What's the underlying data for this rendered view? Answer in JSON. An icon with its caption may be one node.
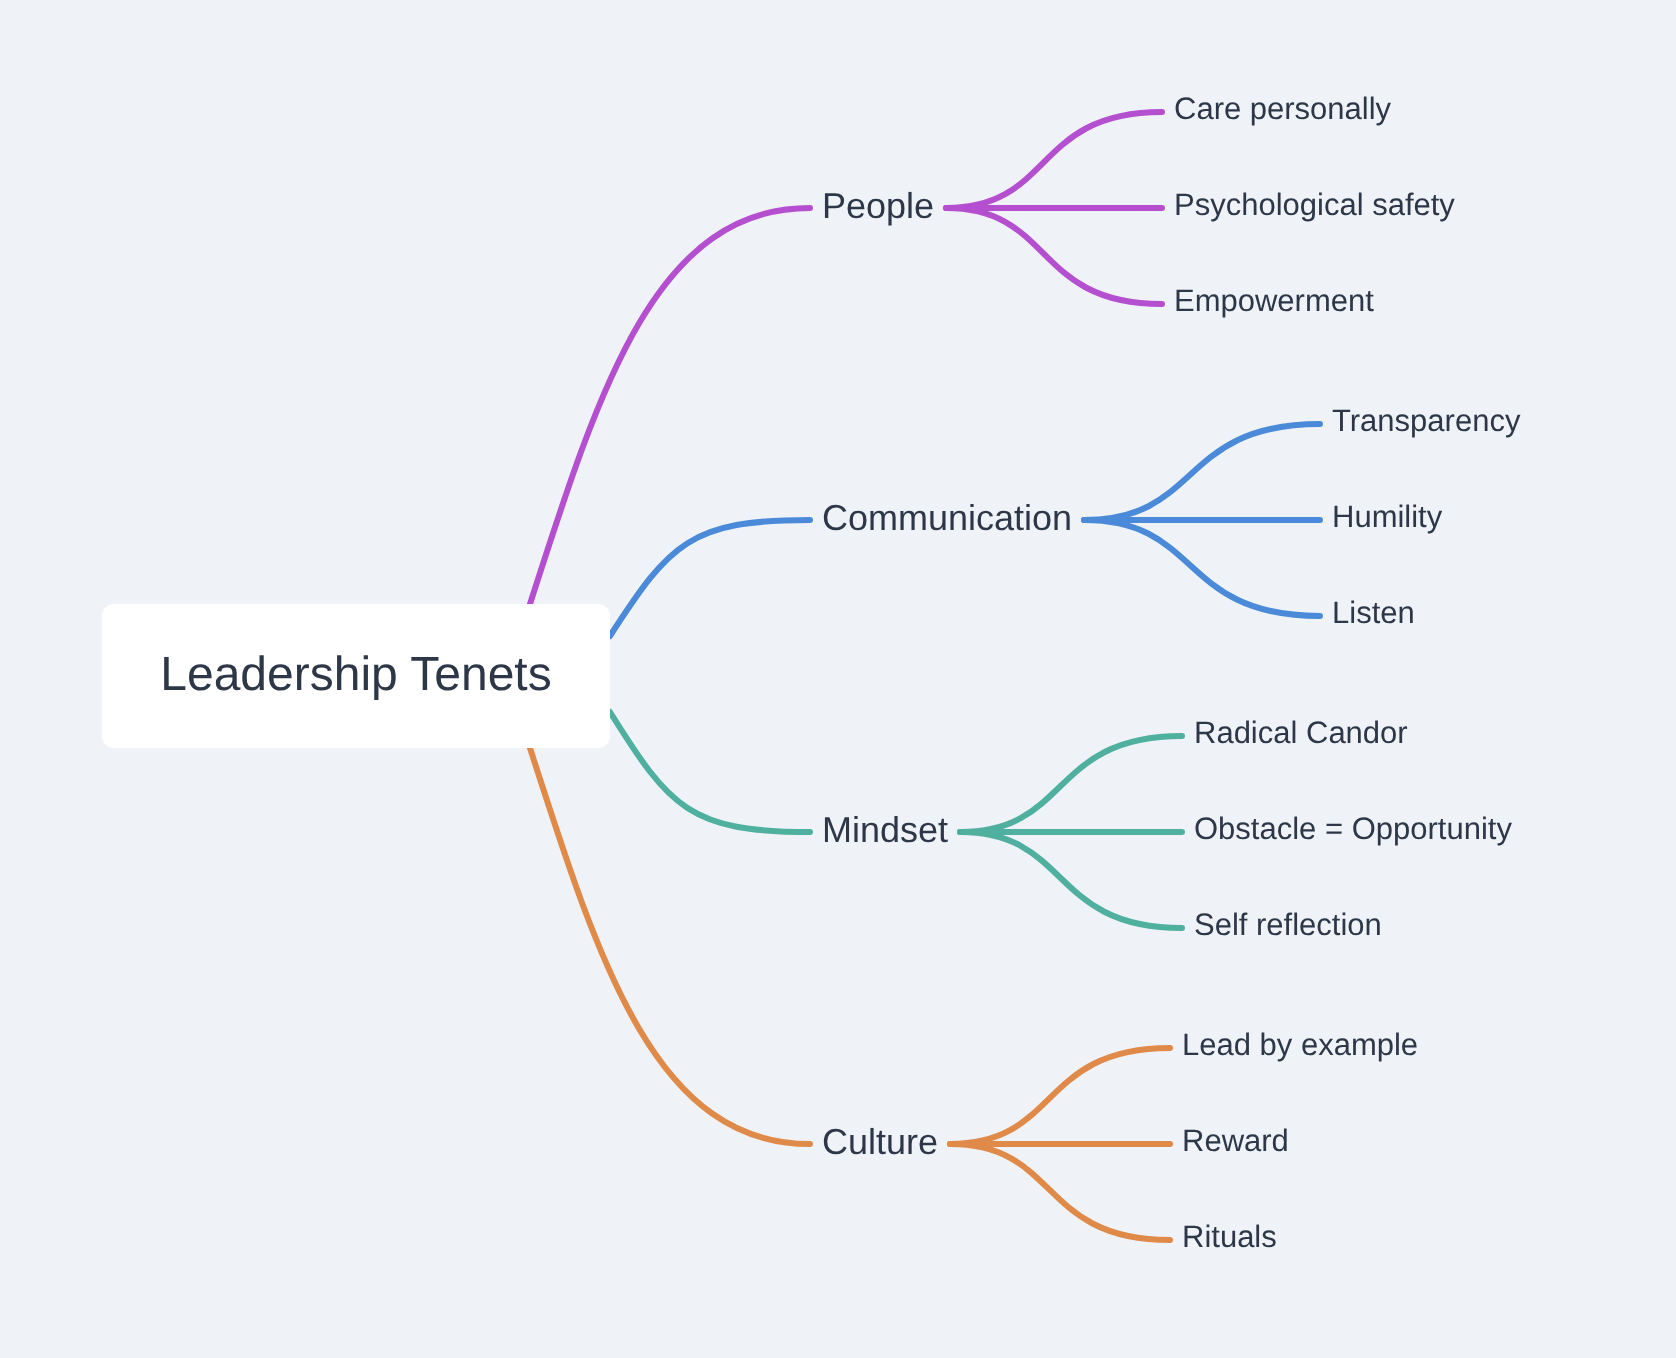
{
  "diagram": {
    "nodes": [
      {
        "text": [
          "Leadership Tenets"
        ]
      },
      {
        "text": [
          "People"
        ]
      },
      {
        "text": [
          "Care personally"
        ]
      },
      {
        "text": [
          "Psychological safety"
        ]
      },
      {
        "text": [
          "Empowerment"
        ]
      },
      {
        "text": [
          "Communication"
        ]
      },
      {
        "text": [
          "Transparency"
        ]
      },
      {
        "text": [
          "Humility"
        ]
      },
      {
        "text": [
          "Listen"
        ]
      },
      {
        "text": [
          "Mindset"
        ]
      },
      {
        "text": [
          "Radical Candor"
        ]
      },
      {
        "text": [
          "Obstacle = Opportunity"
        ]
      },
      {
        "text": [
          "Self reflection"
        ]
      },
      {
        "text": [
          "Culture"
        ]
      },
      {
        "text": [
          "Lead by example"
        ]
      },
      {
        "text": [
          "Reward"
        ]
      },
      {
        "text": [
          "Rituals"
        ]
      }
    ],
    "edges": [
      {
        "from": 0,
        "to": 1,
        "arrow": "none",
        "color": "#b44fd0"
      },
      {
        "from": 1,
        "to": 2,
        "arrow": "none",
        "color": "#b44fd0"
      },
      {
        "from": 1,
        "to": 3,
        "arrow": "none",
        "color": "#b44fd0"
      },
      {
        "from": 1,
        "to": 4,
        "arrow": "none",
        "color": "#b44fd0"
      },
      {
        "from": 0,
        "to": 5,
        "arrow": "none",
        "color": "#4a8ad8"
      },
      {
        "from": 5,
        "to": 6,
        "arrow": "none",
        "color": "#4a8ad8"
      },
      {
        "from": 5,
        "to": 7,
        "arrow": "none",
        "color": "#4a8ad8"
      },
      {
        "from": 5,
        "to": 8,
        "arrow": "none",
        "color": "#4a8ad8"
      },
      {
        "from": 0,
        "to": 9,
        "arrow": "none",
        "color": "#4fb0a0"
      },
      {
        "from": 9,
        "to": 10,
        "arrow": "none",
        "color": "#4fb0a0"
      },
      {
        "from": 9,
        "to": 11,
        "arrow": "none",
        "color": "#4fb0a0"
      },
      {
        "from": 9,
        "to": 12,
        "arrow": "none",
        "color": "#4fb0a0"
      },
      {
        "from": 0,
        "to": 13,
        "arrow": "none",
        "color": "#e08a4a"
      },
      {
        "from": 13,
        "to": 14,
        "arrow": "none",
        "color": "#e08a4a"
      },
      {
        "from": 13,
        "to": 15,
        "arrow": "none",
        "color": "#e08a4a"
      },
      {
        "from": 13,
        "to": 16,
        "arrow": "none",
        "color": "#e08a4a"
      }
    ]
  }
}
